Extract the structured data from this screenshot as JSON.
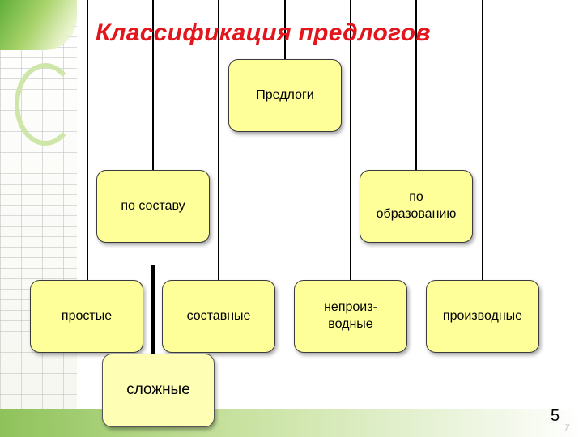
{
  "title": "Классификация предлогов",
  "nodes": {
    "root": "Предлоги",
    "by_composition": "по составу",
    "by_formation": "по\nобразованию",
    "simple": "простые",
    "compound": "составные",
    "complex": "сложные",
    "non_derivative": "непроиз-\nводные",
    "derivative": "производные"
  },
  "slide_number": "5",
  "page_mark": "7",
  "colors": {
    "title": "#e2161c",
    "node_fill": "#ffff99",
    "node_border": "#3a3a3a",
    "line": "#000000"
  }
}
